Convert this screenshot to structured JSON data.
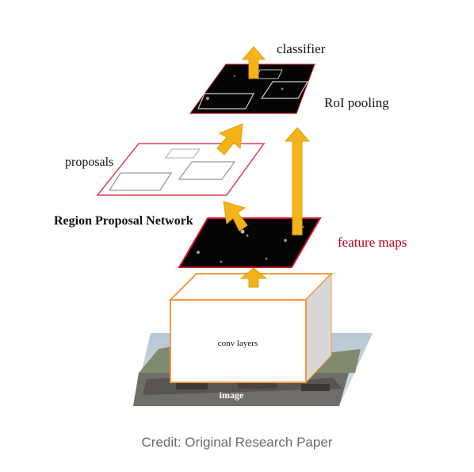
{
  "diagram": {
    "labels": {
      "classifier": "classifier",
      "roi_pooling": "RoI pooling",
      "proposals": "proposals",
      "rpn": "Region Proposal Network",
      "feature_maps": "feature maps",
      "conv_layers": "conv layers",
      "image": "image"
    },
    "colors": {
      "map_fill": "#050505",
      "map_border_red": "#d11a2a",
      "proposal_border": "#e0405a",
      "arrow_fill": "#f5b21b",
      "arrow_stroke": "#e3a008",
      "conv_border": "#f39a3c",
      "conv_side": "#d8d8d8",
      "feature_label": "#c0001a",
      "text": "#111111"
    },
    "icons": [
      "up-arrow-icon"
    ]
  },
  "caption": "Credit: Original Research Paper"
}
